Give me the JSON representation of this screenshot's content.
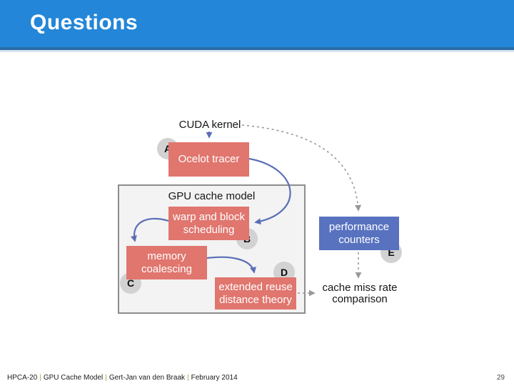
{
  "header": {
    "title": "Questions"
  },
  "diagram": {
    "cuda_kernel_label": "CUDA kernel",
    "ocelot_tracer_label": "Ocelot tracer",
    "gpu_cache_model_label": "GPU cache model",
    "warp_scheduling": {
      "line1": "warp and block",
      "line2": "scheduling"
    },
    "memory_coalescing": {
      "line1": "memory",
      "line2": "coalescing"
    },
    "extended_reuse": {
      "line1": "extended reuse",
      "line2": "distance theory"
    },
    "performance_counters": {
      "line1": "performance",
      "line2": "counters"
    },
    "cache_miss_comparison": {
      "line1": "cache miss rate",
      "line2": "comparison"
    },
    "badges": {
      "a": "A",
      "b": "B",
      "c": "C",
      "d": "D",
      "e": "E"
    }
  },
  "footer": {
    "separator": "|",
    "conference": "HPCA-20",
    "project": "GPU Cache Model",
    "author": "Gert-Jan van den Braak",
    "date": "February 2014",
    "page_number": "29"
  },
  "colors": {
    "header_blue": "#2386d8",
    "header_edge_dark": "#2a6ca6",
    "header_edge_light": "#d9e5f1",
    "salmon_box": "#e0766e",
    "blue_box": "#5872c0",
    "arrow_blue": "#5b6fb7",
    "dashed_gray": "#999999",
    "badge_gray": "#d2d2d2",
    "model_box_fill": "#f3f3f3",
    "model_box_border": "#8d8d8d",
    "footer_separator_olive": "#a3a33f"
  }
}
